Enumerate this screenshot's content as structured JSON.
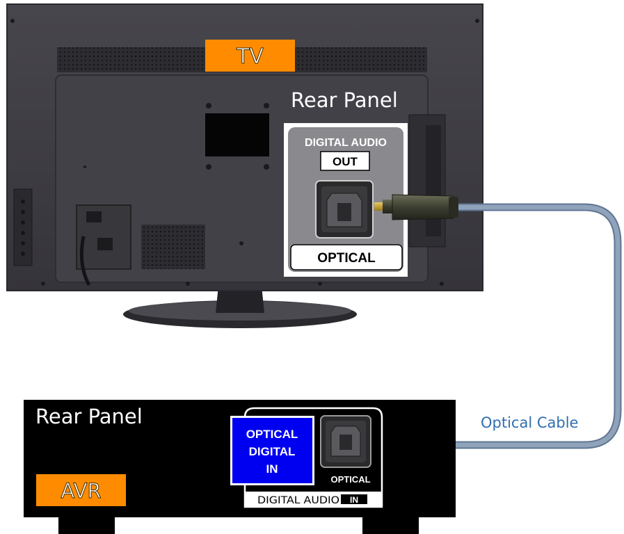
{
  "tv": {
    "label": "TV",
    "rear_panel_label": "Rear Panel",
    "port": {
      "title": "DIGITAL AUDIO",
      "direction": "OUT",
      "type": "OPTICAL"
    }
  },
  "cable": {
    "label": "Optical Cable"
  },
  "avr": {
    "label": "AVR",
    "rear_panel_label": "Rear Panel",
    "port": {
      "badge_line1": "OPTICAL",
      "badge_line2": "DIGITAL",
      "badge_line3": "IN",
      "type": "OPTICAL",
      "title": "DIGITAL AUDIO",
      "direction": "IN"
    }
  },
  "colors": {
    "label_bg": "#ff8c00",
    "badge_bg": "#0000f0",
    "cable": "#8096b0",
    "cable_label": "#2f6fae",
    "tv_body": "#3b3a40",
    "avr_body": "#000000"
  }
}
